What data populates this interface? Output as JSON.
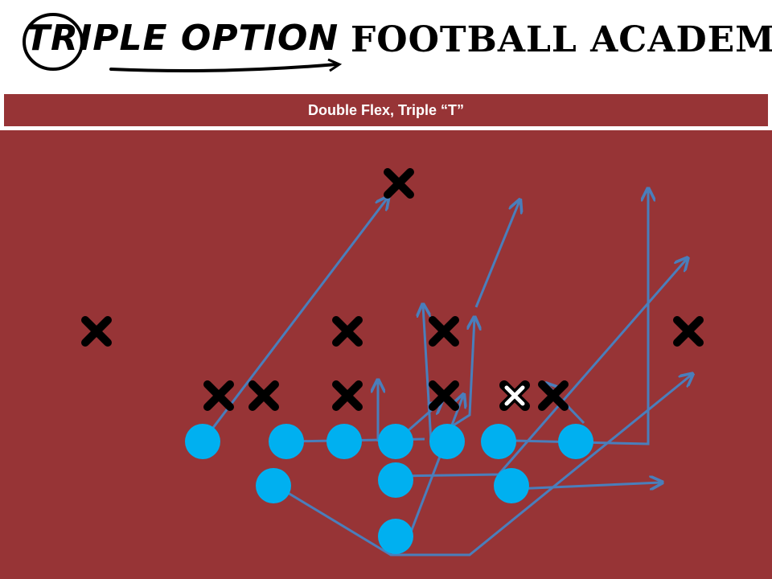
{
  "header": {
    "logo_text": "TRIPLE OPTION",
    "academy_text": "FOOTBALL ACADEMY"
  },
  "title": "Double Flex, Triple “T”",
  "colors": {
    "field": "#973436",
    "offense": "#00b0f0",
    "route": "#4a7ebb",
    "defense": "#000000",
    "key_defender": "#ffffff"
  },
  "icons": {
    "defender": "x-mark-icon",
    "offensive_player": "circle-icon"
  }
}
